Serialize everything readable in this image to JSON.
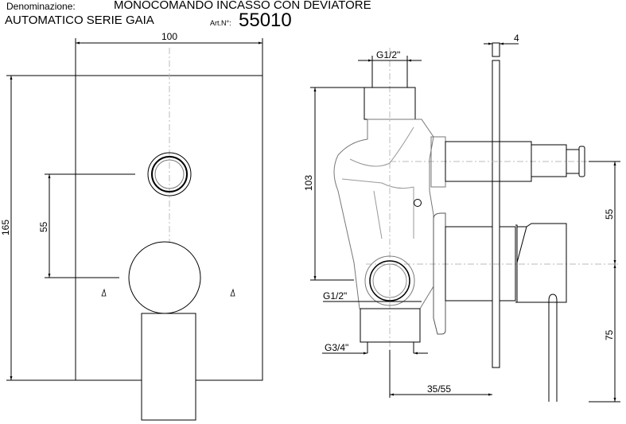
{
  "header": {
    "denomination_label": "Denominazione:",
    "title_line1": "MONOCOMANDO INCASSO CON DEVIATORE",
    "title_line2": "AUTOMATICO SERIE GAIA",
    "art_label": "Art.N°:",
    "art_number": "55010"
  },
  "front_view": {
    "width_dim": "100",
    "height_dim": "165",
    "spacing_dim": "55"
  },
  "side_view": {
    "plate_thickness_dim": "4",
    "top_thread": "G1/2\"",
    "body_height_dim": "103",
    "side_thread": "G1/2\"",
    "bottom_thread": "G3/4\"",
    "depth_dim": "35/55",
    "upper_spacing_dim": "55",
    "lever_dim": "75"
  },
  "colors": {
    "line": "#000000",
    "light_line": "#8a8a8a",
    "center_line": "#b0b0b0"
  }
}
